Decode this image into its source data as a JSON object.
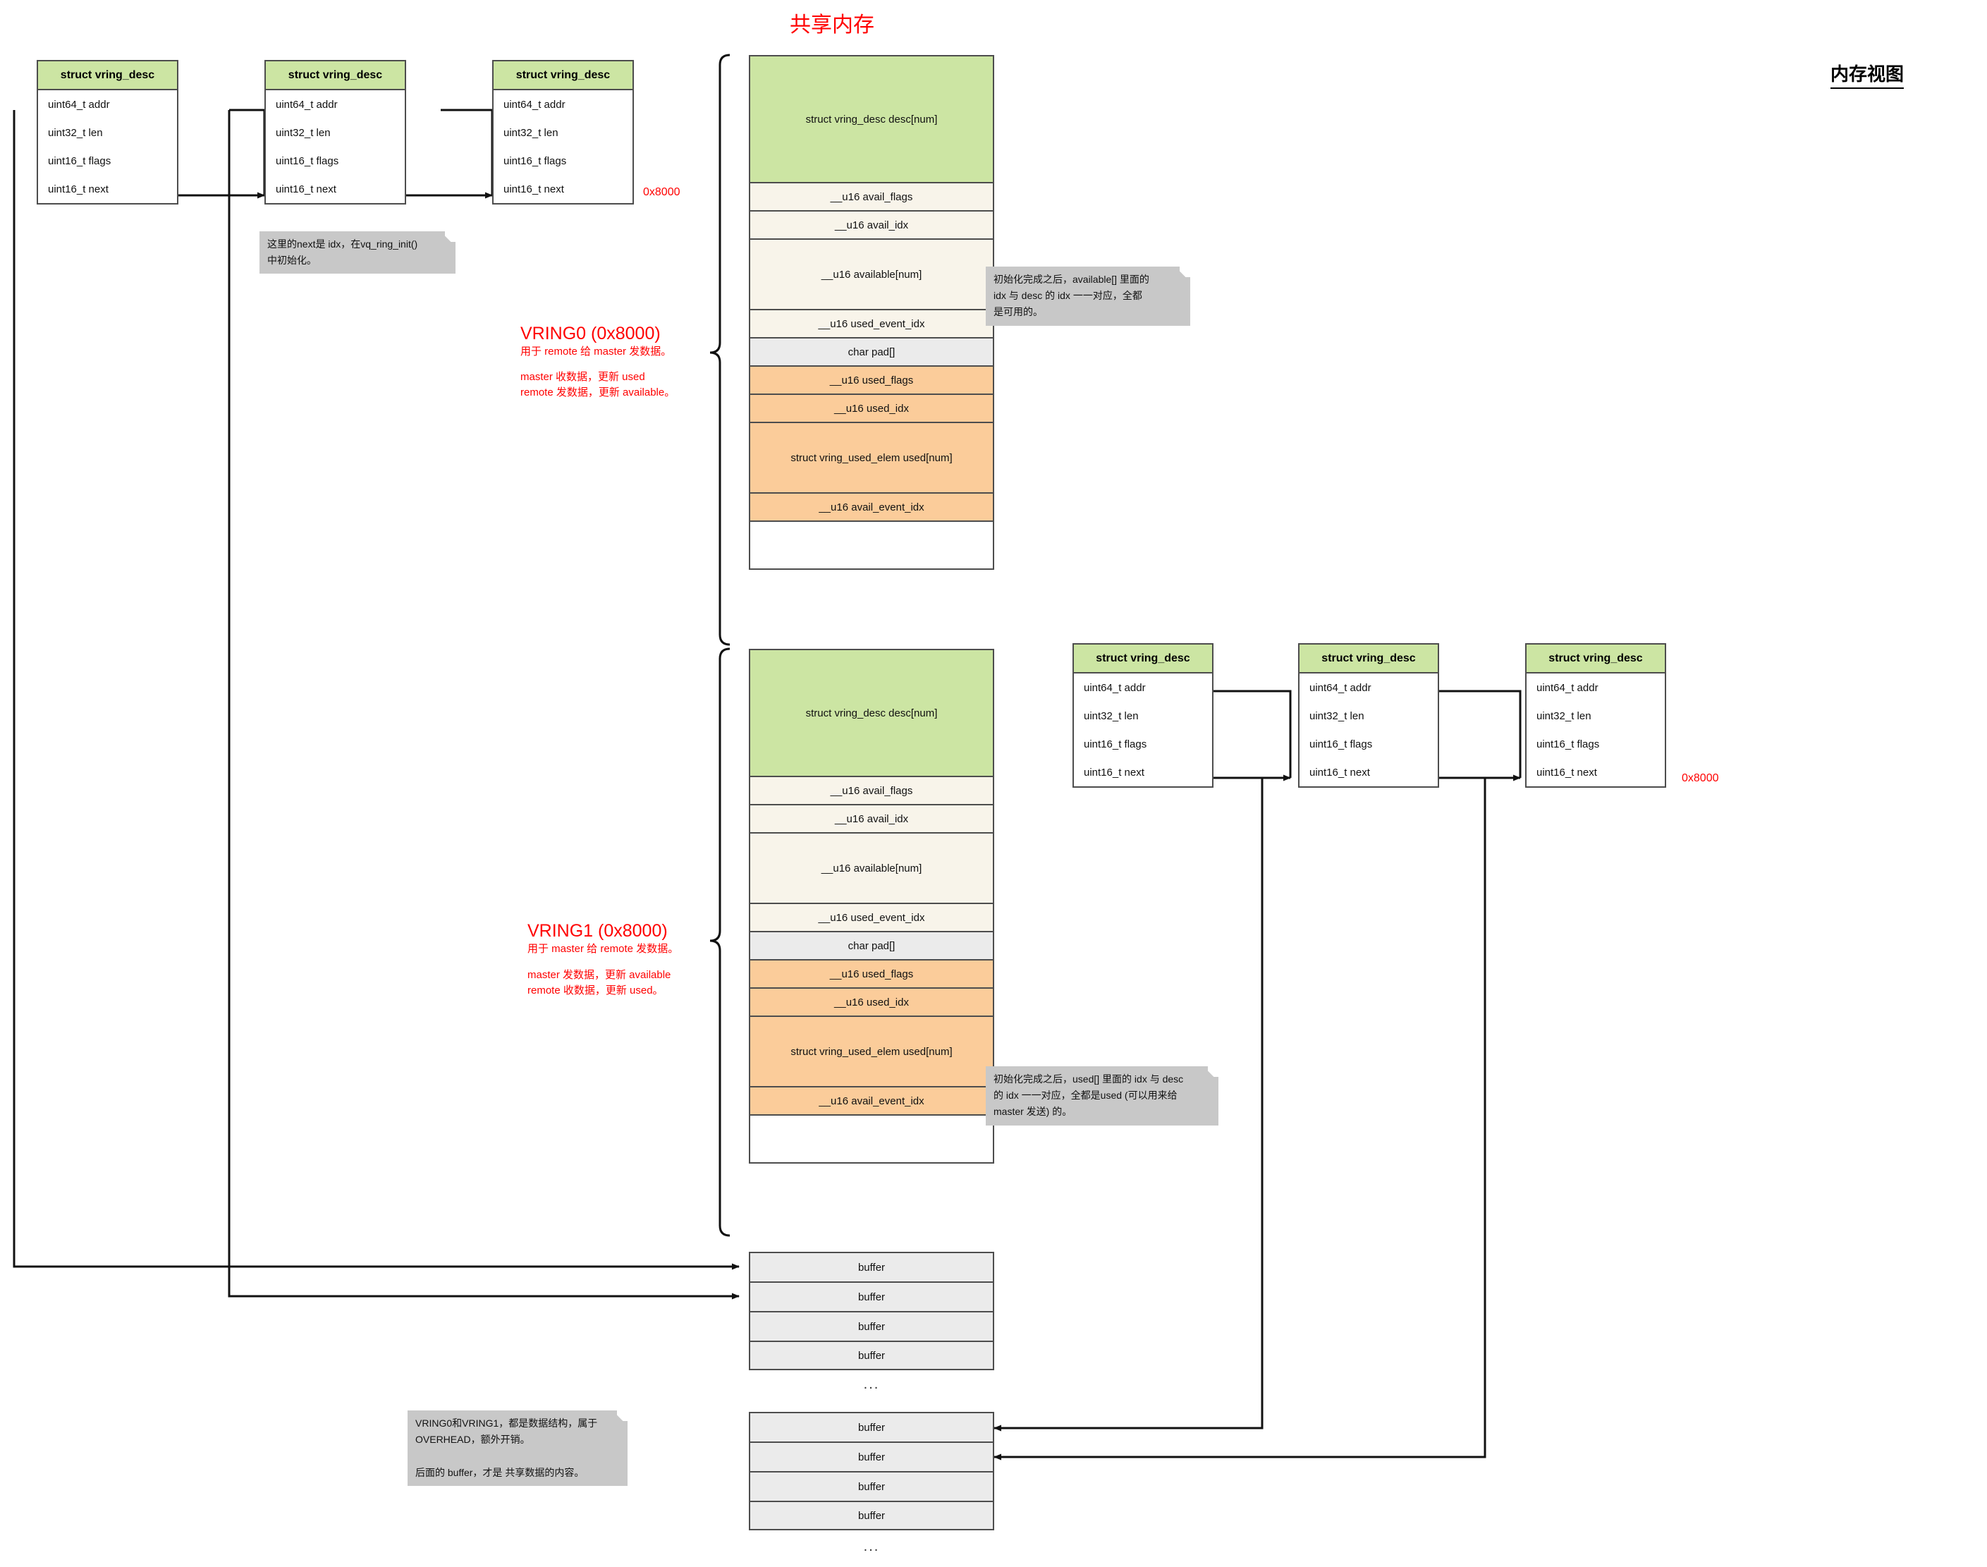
{
  "page": {
    "title": "共享内存",
    "corner_title": "内存视图"
  },
  "desc_struct": {
    "header": "struct vring_desc",
    "fields": [
      "uint64_t addr",
      "uint32_t len",
      "uint16_t flags",
      "uint16_t next"
    ]
  },
  "top_chain": {
    "address_label": "0x8000",
    "cards": [
      {
        "header": "struct vring_desc",
        "fields": [
          "uint64_t addr",
          "uint32_t len",
          "uint16_t flags",
          "uint16_t next"
        ]
      },
      {
        "header": "struct vring_desc",
        "fields": [
          "uint64_t addr",
          "uint32_t len",
          "uint16_t flags",
          "uint16_t next"
        ]
      },
      {
        "header": "struct vring_desc",
        "fields": [
          "uint64_t addr",
          "uint32_t len",
          "uint16_t flags",
          "uint16_t next"
        ]
      }
    ]
  },
  "bottom_chain": {
    "address_label": "0x8000",
    "cards": [
      {
        "header": "struct vring_desc",
        "fields": [
          "uint64_t addr",
          "uint32_t len",
          "uint16_t flags",
          "uint16_t next"
        ]
      },
      {
        "header": "struct vring_desc",
        "fields": [
          "uint64_t addr",
          "uint32_t len",
          "uint16_t flags",
          "uint16_t next"
        ]
      },
      {
        "header": "struct vring_desc",
        "fields": [
          "uint64_t addr",
          "uint32_t len",
          "uint16_t flags",
          "uint16_t next"
        ]
      }
    ]
  },
  "vring0": {
    "title": "VRING0  (0x8000)",
    "purpose": "用于 remote 给 master 发数据。",
    "note_line1": "master 收数据，更新 used",
    "note_line2": "remote 发数据，更新 available。",
    "rows": [
      {
        "label": "struct vring_desc desc[num]",
        "color": "green",
        "height": 180
      },
      {
        "label": "__u16 avail_flags",
        "color": "cream",
        "height": 40
      },
      {
        "label": "__u16 avail_idx",
        "color": "cream",
        "height": 40
      },
      {
        "label": "__u16 available[num]",
        "color": "cream",
        "height": 100
      },
      {
        "label": "__u16 used_event_idx",
        "color": "cream",
        "height": 40
      },
      {
        "label": "char pad[]",
        "color": "gray",
        "height": 40
      },
      {
        "label": "__u16 used_flags",
        "color": "orange",
        "height": 40
      },
      {
        "label": "__u16 used_idx",
        "color": "orange",
        "height": 40
      },
      {
        "label": "struct vring_used_elem used[num]",
        "color": "orange",
        "height": 100
      },
      {
        "label": "__u16 avail_event_idx",
        "color": "orange",
        "height": 40
      },
      {
        "label": "",
        "color": "white",
        "height": 70
      }
    ]
  },
  "vring1": {
    "title": "VRING1 (0x8000)",
    "purpose": "用于 master 给 remote 发数据。",
    "note_line1": "master 发数据，更新 available",
    "note_line2": "remote 收数据，更新 used。",
    "rows": [
      {
        "label": "struct vring_desc desc[num]",
        "color": "green",
        "height": 180
      },
      {
        "label": "__u16 avail_flags",
        "color": "cream",
        "height": 40
      },
      {
        "label": "__u16 avail_idx",
        "color": "cream",
        "height": 40
      },
      {
        "label": "__u16 available[num]",
        "color": "cream",
        "height": 100
      },
      {
        "label": "__u16 used_event_idx",
        "color": "cream",
        "height": 40
      },
      {
        "label": "char pad[]",
        "color": "gray",
        "height": 40
      },
      {
        "label": "__u16 used_flags",
        "color": "orange",
        "height": 40
      },
      {
        "label": "__u16 used_idx",
        "color": "orange",
        "height": 40
      },
      {
        "label": "struct vring_used_elem used[num]",
        "color": "orange",
        "height": 100
      },
      {
        "label": "__u16 avail_event_idx",
        "color": "orange",
        "height": 40
      },
      {
        "label": "",
        "color": "white",
        "height": 70
      }
    ]
  },
  "buffers_upper": {
    "rows": [
      "buffer",
      "buffer",
      "buffer",
      "buffer"
    ],
    "ellipsis": "..."
  },
  "buffers_lower": {
    "rows": [
      "buffer",
      "buffer",
      "buffer",
      "buffer"
    ],
    "ellipsis": "..."
  },
  "notes": {
    "next_idx": "这里的next是 idx，在vq_ring_init()\n中初始化。",
    "available_note": "初始化完成之后，available[] 里面的\nidx 与 desc 的 idx 一一对应，全都\n是可用的。",
    "used_note": "初始化完成之后，used[] 里面的 idx 与 desc\n的 idx 一一对应，全都是used (可以用来给\nmaster 发送) 的。",
    "overhead_note": "VRING0和VRING1，都是数据结构，属于\nOVERHEAD，额外开销。\n\n后面的 buffer，才是 共享数据的内容。"
  },
  "colors": {
    "desc_header": "#cce5a3",
    "avail_block": "#f8f4ea",
    "used_block": "#fbcc9a",
    "pad_block": "#ebebeb",
    "buffer_block": "#ebebeb",
    "accent_red": "#ff0000",
    "border": "#4d4d4d"
  }
}
